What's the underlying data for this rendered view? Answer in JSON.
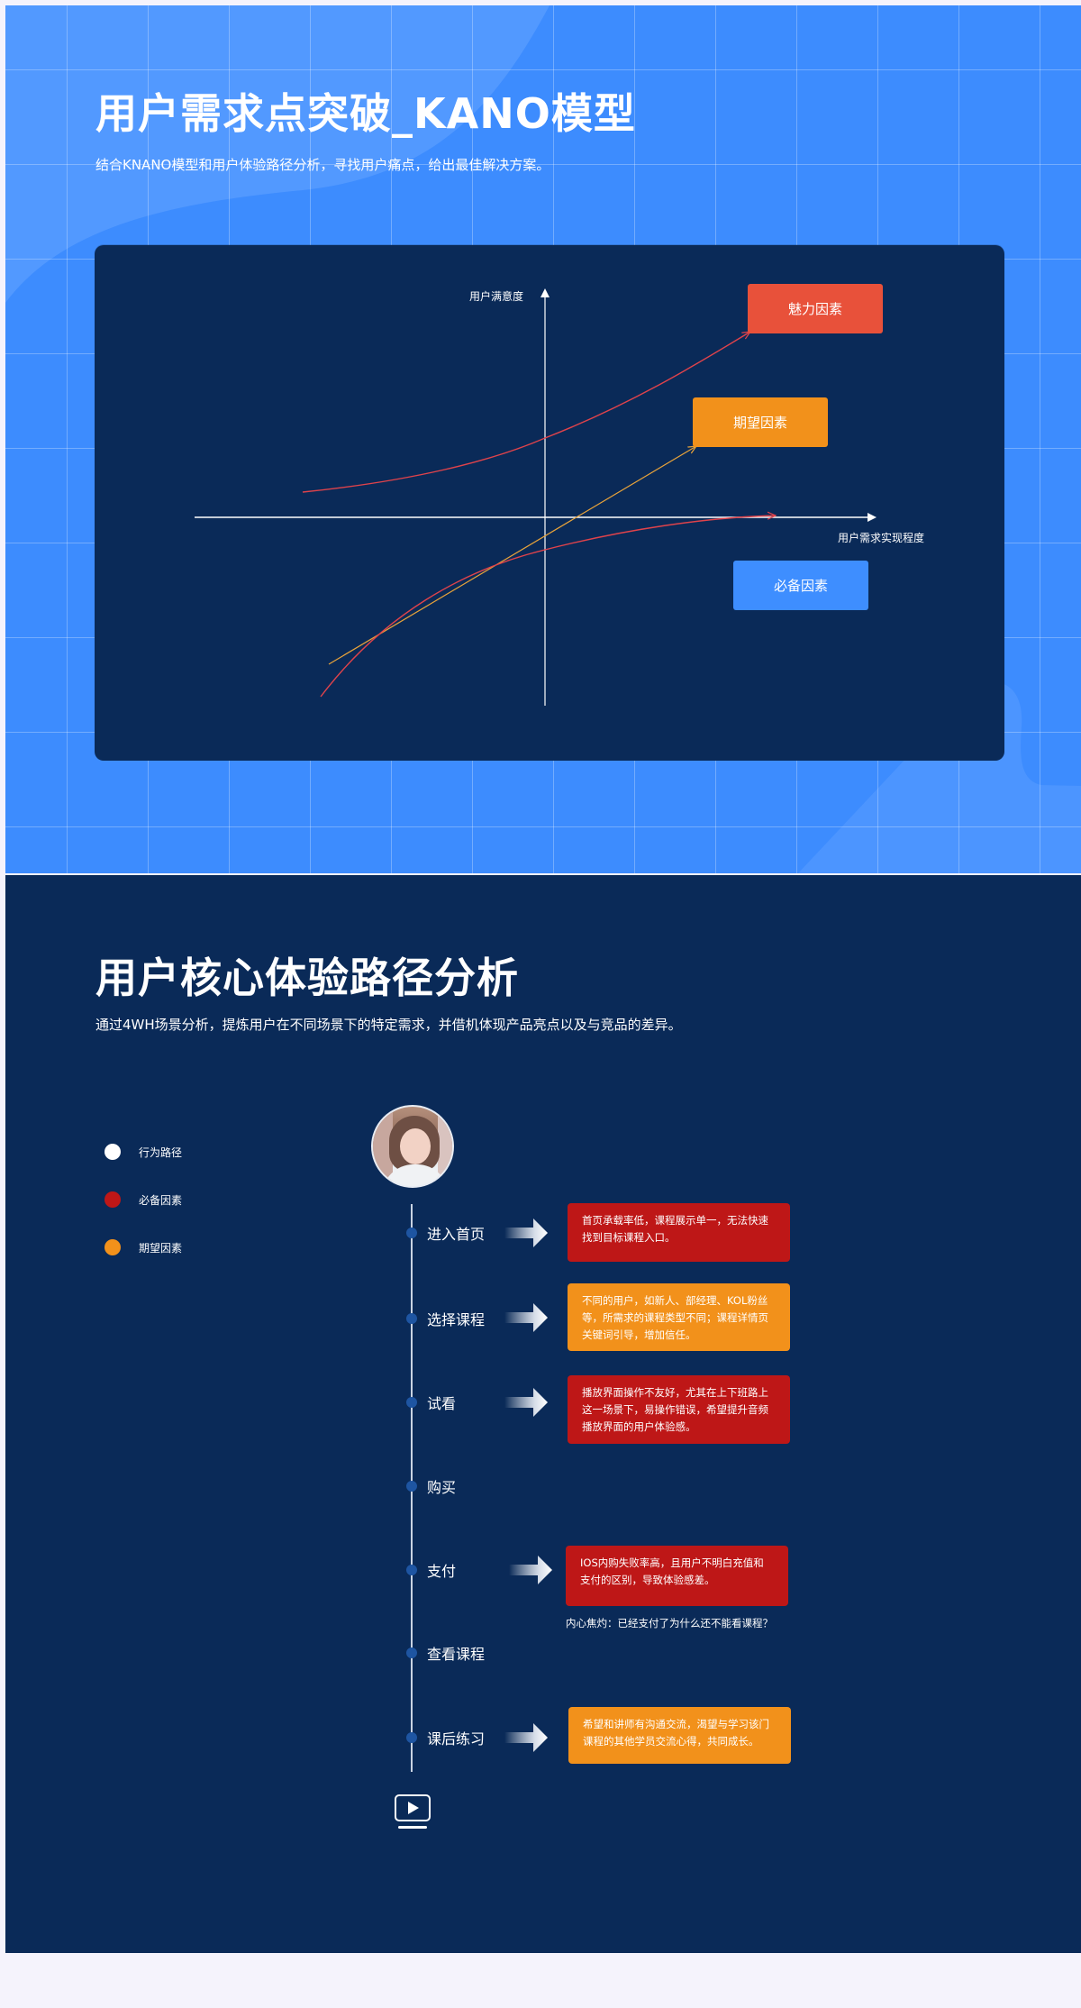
{
  "colors": {
    "page_bg": "#F5F3FC",
    "section1_bg": "#3D8CFE",
    "dark_navy": "#0A2A58",
    "charm_red": "#E8513A",
    "expect_orange": "#F2911B",
    "basic_blue": "#3E8EFF",
    "must_red": "#BE1717",
    "curve_red": "#E0434B",
    "line_orange": "#E8A33A",
    "timeline_dot": "#1E55A2"
  },
  "kano": {
    "title": "用户需求点突破_KANO模型",
    "subtitle": "结合KNANO模型和用户体验路径分析，寻找用户痛点，给出最佳解决方案。"
  },
  "chart_data": {
    "type": "diagram",
    "title": "KANO模型",
    "ylabel": "用户满意度",
    "xlabel": "用户需求实现程度",
    "grid": false,
    "series": [
      {
        "name": "魅力因素",
        "shape": "exponential curve (rising, convex)",
        "color": "#E0434B",
        "box_color": "#E8513A"
      },
      {
        "name": "期望因素",
        "shape": "straight line through origin",
        "color": "#E8A33A",
        "box_color": "#F2911B"
      },
      {
        "name": "必备因素",
        "shape": "logarithmic curve (rising, concave, stays below x-axis)",
        "color": "#E0434B",
        "box_color": "#3E8EFF"
      }
    ]
  },
  "journey": {
    "title": "用户核心体验路径分析",
    "subtitle": "通过4WH场景分析，提炼用户在不同场景下的特定需求，并借机体现产品亮点以及与竞品的差异。",
    "legend": [
      {
        "label": "行为路径",
        "color": "#FFFFFF"
      },
      {
        "label": "必备因素",
        "color": "#BE1717"
      },
      {
        "label": "期望因素",
        "color": "#F2911B"
      }
    ],
    "avatar_icon": "user-avatar-photo",
    "steps": [
      {
        "label": "进入首页"
      },
      {
        "label": "选择课程"
      },
      {
        "label": "试看"
      },
      {
        "label": "购买"
      },
      {
        "label": "支付"
      },
      {
        "label": "查看课程"
      },
      {
        "label": "课后练习"
      }
    ],
    "pain_points": [
      {
        "step": "进入首页",
        "type": "必备因素",
        "text": "首页承载率低，课程展示单一，无法快速找到目标课程入口。"
      },
      {
        "step": "选择课程",
        "type": "期望因素",
        "text": "不同的用户，如新人、部经理、KOL粉丝等，所需求的课程类型不同；课程详情页关键词引导，增加信任。"
      },
      {
        "step": "试看",
        "type": "必备因素",
        "text": "播放界面操作不友好，尤其在上下班路上这一场景下，易操作错误，希望提升音频播放界面的用户体验感。"
      },
      {
        "step": "支付",
        "type": "必备因素",
        "text": "IOS内购失败率高，且用户不明白充值和支付的区别，导致体验感差。"
      },
      {
        "step": "课后练习",
        "type": "期望因素",
        "text": "希望和讲师有沟通交流，渴望与学习该门课程的其他学员交流心得，共同成长。"
      }
    ],
    "payment_note": "内心焦灼：已经支付了为什么还不能看课程？",
    "end_icon": "video-play-icon"
  }
}
